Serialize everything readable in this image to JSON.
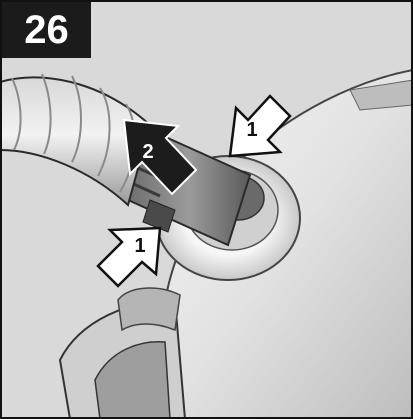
{
  "step_number": "26",
  "callouts": {
    "release_right": "1",
    "release_left": "1",
    "pull_out": "2"
  },
  "icons": [
    "outline-arrow-icon",
    "solid-arrow-icon"
  ]
}
